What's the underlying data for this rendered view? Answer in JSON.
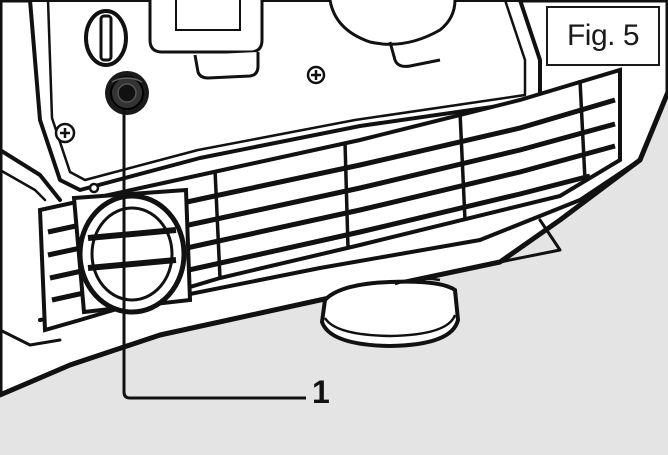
{
  "figure": {
    "label": "Fig. 5",
    "callouts": [
      {
        "number": "1",
        "target": "cable-gland"
      }
    ]
  },
  "colors": {
    "background": "#e4e4e4",
    "line": "#111111",
    "body_fill": "#ffffff"
  }
}
